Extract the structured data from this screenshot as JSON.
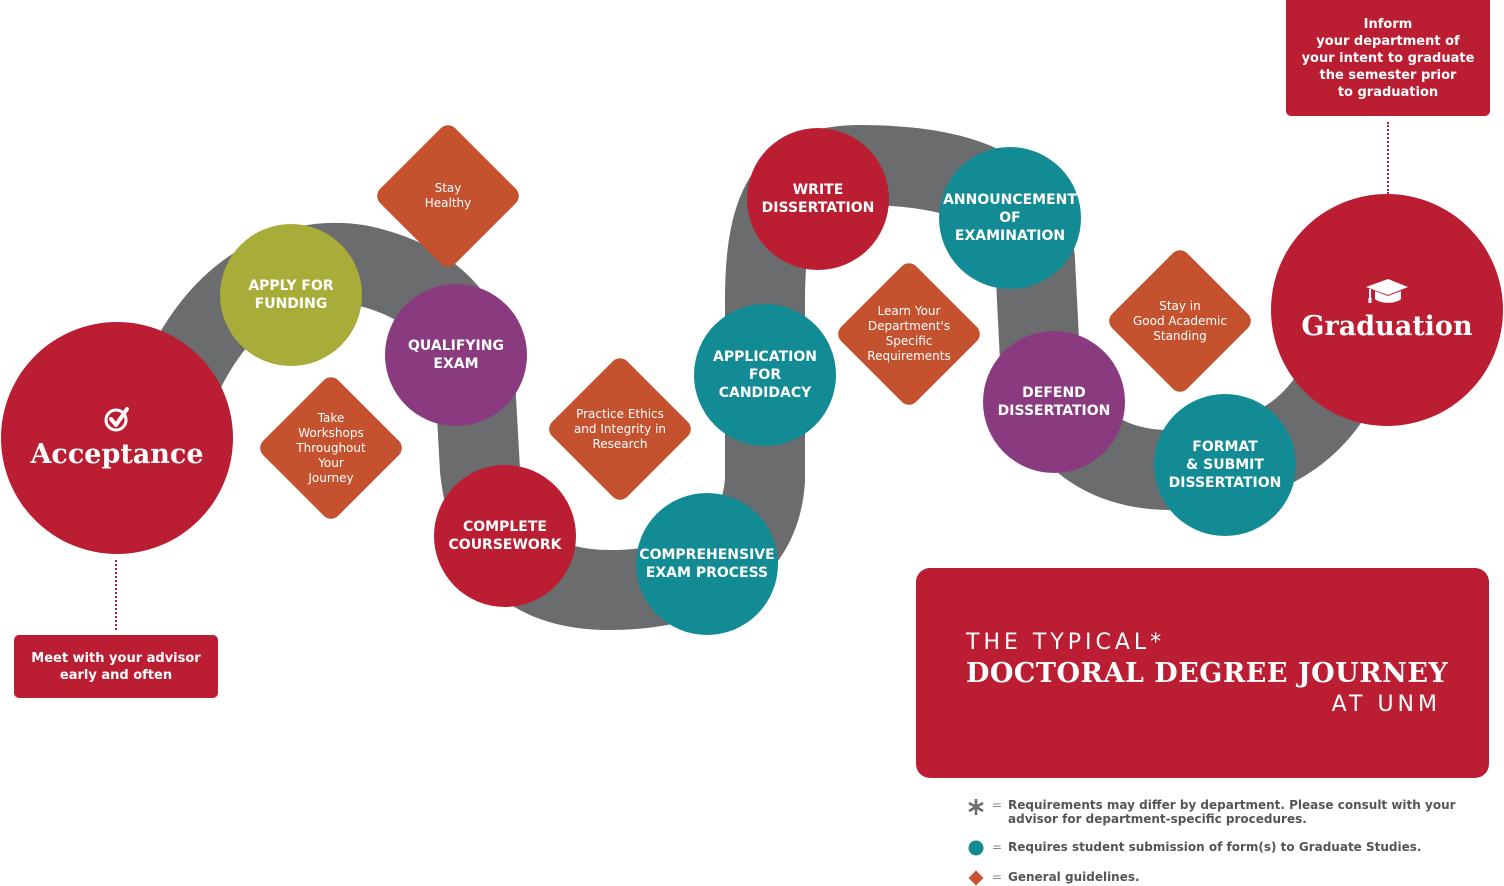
{
  "title": {
    "line1": "THE TYPICAL*",
    "line2": "DOCTORAL DEGREE JOURNEY",
    "line3": "AT UNM"
  },
  "colors": {
    "road": "#6b6c6e",
    "red": "#bb1e32",
    "teal": "#138b94",
    "purple": "#8a3a7f",
    "olive": "#a8ac38",
    "diamond": "#c4522f"
  },
  "milestones": [
    {
      "id": "acceptance",
      "label": "Acceptance",
      "icon": "check-circle-icon",
      "color": "red"
    },
    {
      "id": "apply-funding",
      "label": "APPLY FOR\nFUNDING",
      "color": "olive"
    },
    {
      "id": "qualifying-exam",
      "label": "QUALIFYING\nEXAM",
      "color": "purple"
    },
    {
      "id": "complete-coursework",
      "label": "COMPLETE\nCOURSEWORK",
      "color": "red"
    },
    {
      "id": "comprehensive-exam",
      "label": "COMPREHENSIVE\nEXAM PROCESS",
      "color": "teal"
    },
    {
      "id": "application-candidacy",
      "label": "APPLICATION\nFOR\nCANDIDACY",
      "color": "teal"
    },
    {
      "id": "write-dissertation",
      "label": "WRITE\nDISSERTATION",
      "color": "red"
    },
    {
      "id": "announcement-examination",
      "label": "ANNOUNCEMENT\nOF EXAMINATION",
      "color": "teal"
    },
    {
      "id": "defend-dissertation",
      "label": "DEFEND\nDISSERTATION",
      "color": "purple"
    },
    {
      "id": "format-submit",
      "label": "FORMAT\n& SUBMIT\nDISSERTATION",
      "color": "teal"
    },
    {
      "id": "graduation",
      "label": "Graduation",
      "icon": "graduation-cap-icon",
      "color": "red"
    }
  ],
  "guidelines": [
    {
      "id": "stay-healthy",
      "label": "Stay\nHealthy"
    },
    {
      "id": "take-workshops",
      "label": "Take\nWorkshops\nThroughout\nYour\nJourney"
    },
    {
      "id": "practice-ethics",
      "label": "Practice Ethics\nand Integrity in\nResearch"
    },
    {
      "id": "learn-requirements",
      "label": "Learn Your\nDepartment's\nSpecific\nRequirements"
    },
    {
      "id": "good-standing",
      "label": "Stay in\nGood Academic\nStanding"
    }
  ],
  "notes": {
    "advisor": "Meet with your advisor\nearly and often",
    "intent": "Inform\nyour department of\nyour intent to graduate\nthe semester prior\nto graduation"
  },
  "legend": [
    {
      "symbol": "asterisk-icon",
      "equals": "=",
      "text": "Requirements may differ by department. Please consult with your\nadvisor for department-specific procedures."
    },
    {
      "symbol": "teal-circle-icon",
      "equals": "=",
      "text": "Requires student submission of form(s) to Graduate Studies."
    },
    {
      "symbol": "orange-diamond-icon",
      "equals": "=",
      "text": "General guidelines."
    }
  ]
}
